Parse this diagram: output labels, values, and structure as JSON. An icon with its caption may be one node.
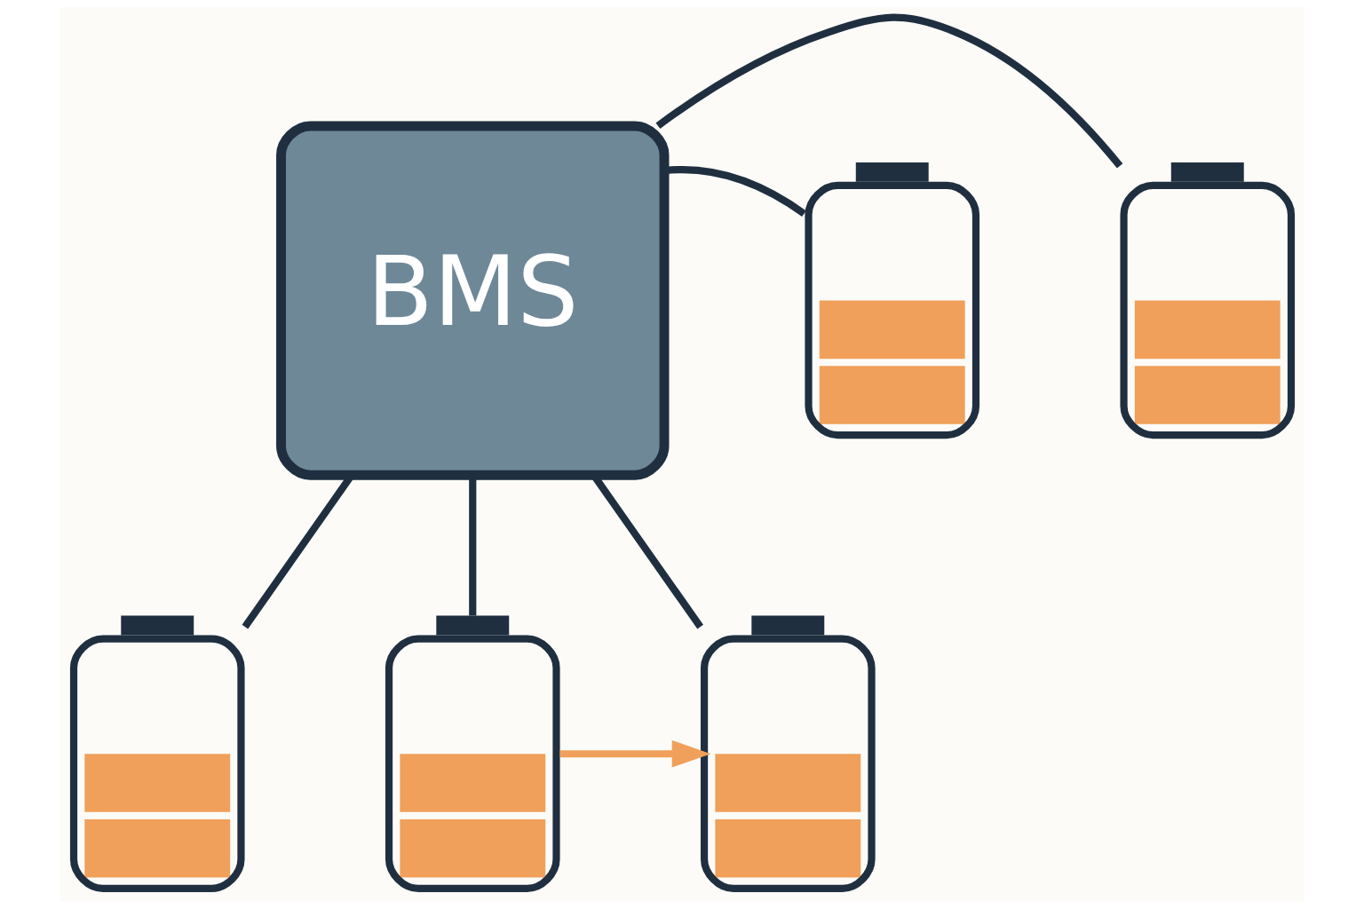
{
  "diagram": {
    "nodes": [
      {
        "text": [
          "BMS"
        ]
      },
      {
        "text": [],
        "shape": "battery"
      },
      {
        "text": [],
        "shape": "battery"
      },
      {
        "text": [],
        "shape": "battery"
      },
      {
        "text": [],
        "shape": "battery"
      },
      {
        "text": [],
        "shape": "battery"
      }
    ],
    "edges": [
      {
        "from": 0,
        "to": 1,
        "arrow": "none"
      },
      {
        "from": 0,
        "to": 2,
        "arrow": "none"
      },
      {
        "from": 0,
        "to": 3,
        "arrow": "none"
      },
      {
        "from": 0,
        "to": 4,
        "arrow": "none"
      },
      {
        "from": 0,
        "to": 5,
        "arrow": "none"
      },
      {
        "from": 4,
        "to": 5,
        "arrow": "to",
        "color": "#f0a05a"
      }
    ]
  }
}
